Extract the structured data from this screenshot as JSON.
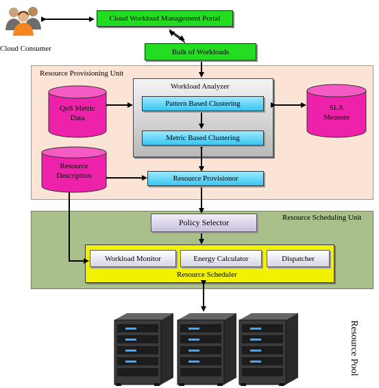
{
  "consumer": {
    "label": "Cloud Consumer",
    "icon": "users-icon"
  },
  "portal": {
    "label": "Cloud Workload Management Portal"
  },
  "bulk": {
    "label": "Bulk of Workloads"
  },
  "provisioning": {
    "title": "Resource Provisioning  Unit",
    "analyzer": {
      "title": "Workload Analyzer",
      "pattern": "Pattern Based Clustering",
      "metric": "Metric Based Clustering"
    },
    "qos": {
      "line1": "QoS Metric",
      "line2": "Data"
    },
    "sla": {
      "line1": "SLA",
      "line2": "Measure"
    },
    "resource_desc": {
      "line1": "Resource",
      "line2": "Description"
    },
    "provisioner": "Resource Provisionor"
  },
  "scheduling": {
    "title": "Resource Scheduling Unit",
    "policy": "Policy Selector",
    "scheduler": {
      "title": "Resource Scheduler",
      "monitor": "Workload Monitor",
      "energy": "Energy Calculator",
      "dispatcher": "Dispatcher"
    }
  },
  "pool": {
    "label": "Resource Pool",
    "icon": "server-icon"
  },
  "colors": {
    "green": "#22dd22",
    "provisioning_bg": "#fbe3d6",
    "scheduling_bg": "#a9c08b",
    "cylinder": "#ee22aa",
    "blue": "#39c6f2",
    "scheduler_yellow": "#f2f200"
  }
}
